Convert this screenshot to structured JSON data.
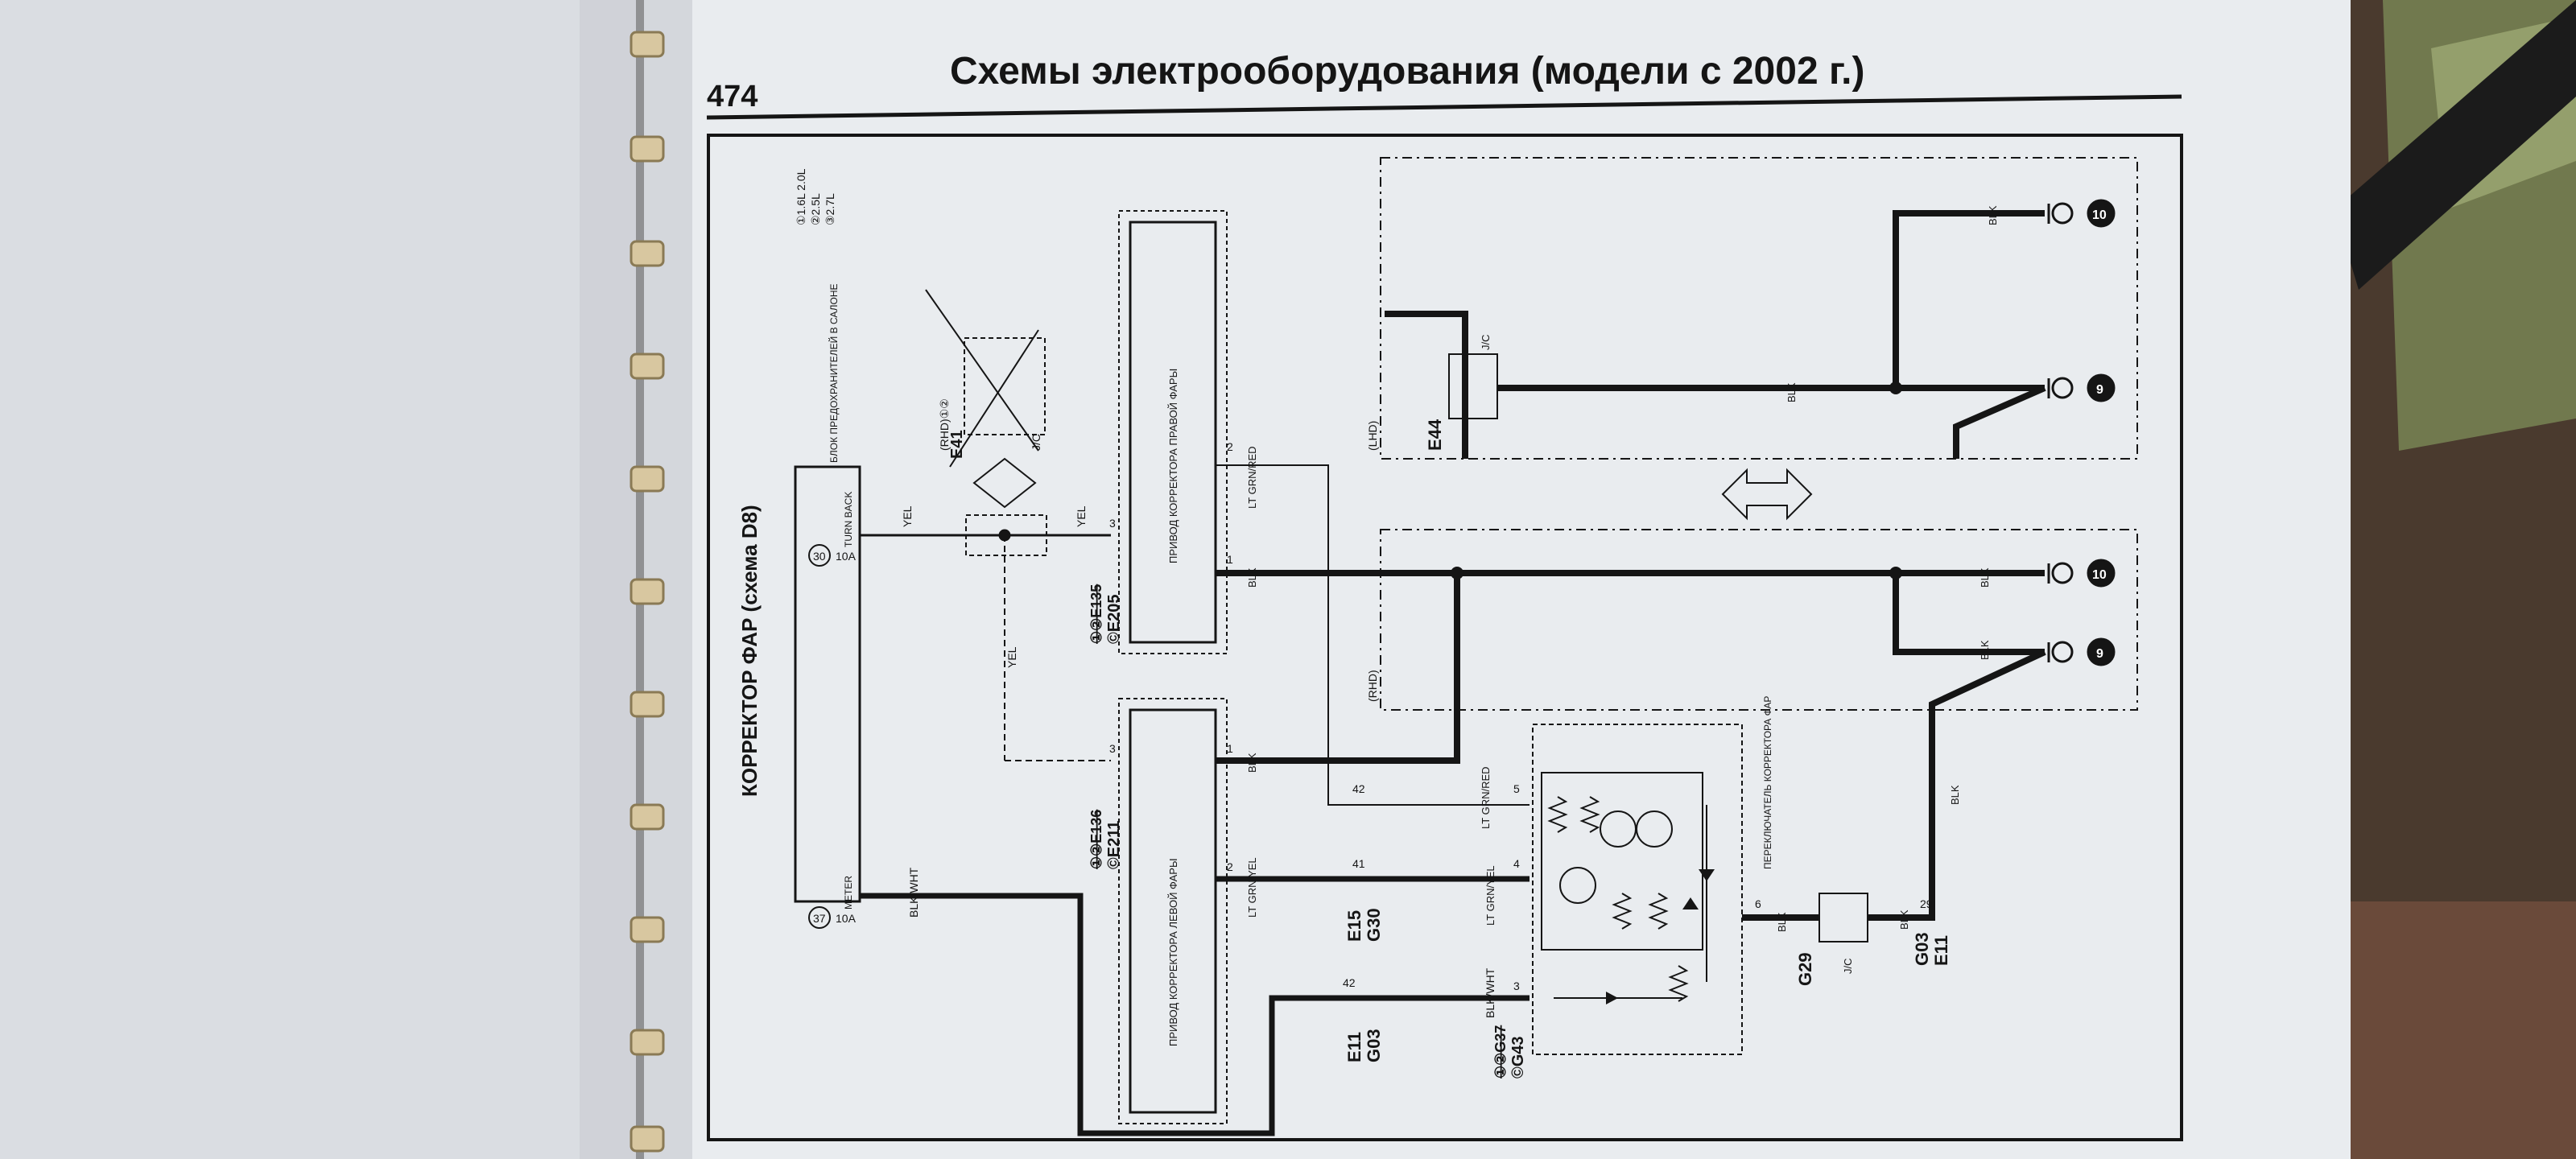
{
  "header": {
    "page_number": "474",
    "title": "Схемы электрооборудования (модели с 2002 г.)"
  },
  "diagram": {
    "side_title": "КОРРЕКТОР ФАР (схема D8)",
    "legend": [
      "①1.6L 2.0L",
      "②2.5L",
      "③2.7L"
    ],
    "relay_block_label": "БЛОК ПРЕДОХРАНИТЕЛЕЙ В САЛОНЕ",
    "fuses": [
      {
        "num": "30",
        "amp": "10A",
        "name": "TURN BACK"
      },
      {
        "num": "37",
        "amp": "10A",
        "name": "METER"
      }
    ],
    "wires": {
      "yel": "YEL",
      "blk": "BLK",
      "blk_wht": "BLK/WHT",
      "lt_grn_red": "LT GRN/RED",
      "lt_grn_yel": "LT GRN/YEL"
    },
    "pins": {
      "p1": "1",
      "p2": "2",
      "p3": "3",
      "p4": "4",
      "p5": "5",
      "p6": "6",
      "p29": "29",
      "p41": "41",
      "p42": "42"
    },
    "connectors": {
      "e41": "E41",
      "rhd_a": "(RHD)①②",
      "jc": "J/C",
      "e205": "©E205",
      "e205_strike": "①②E135",
      "e211": "©E211",
      "e211_strike": "①②E136",
      "e15": "E15",
      "g30": "G30",
      "e11": "E11",
      "g03": "G03",
      "g43": "©G43",
      "g43_strike": "①②G37",
      "g29": "G29",
      "e44": "E44",
      "lhd": "(LHD)",
      "rhd": "(RHD)"
    },
    "actuators": {
      "right": "ПРИВОД КОРРЕКТОРА ПРАВОЙ ФАРЫ",
      "left": "ПРИВОД КОРРЕКТОРА ЛЕВОЙ ФАРЫ"
    },
    "switch_label": "ПЕРЕКЛЮЧАТЕЛЬ КОРРЕКТОРА ФАР",
    "grounds": {
      "g9": "9",
      "g10": "10"
    }
  }
}
